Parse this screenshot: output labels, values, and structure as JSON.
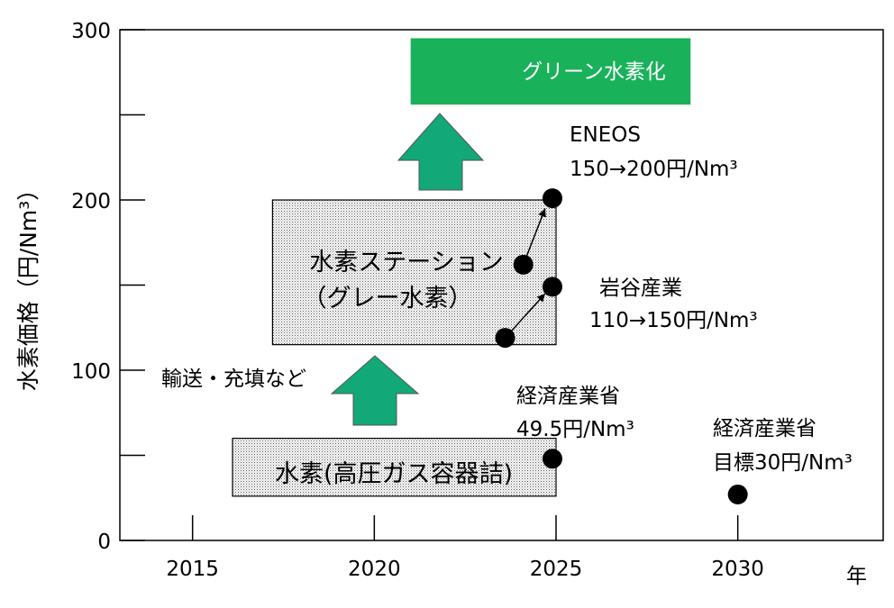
{
  "chart_data": {
    "type": "scatter",
    "ylabel": "水素価格（円/Nm³）",
    "xlabel": "年",
    "xlim": [
      2013,
      2034
    ],
    "ylim": [
      0,
      300
    ],
    "x_ticks": [
      2015,
      2020,
      2025,
      2030
    ],
    "y_ticks": [
      0,
      100,
      200,
      300
    ],
    "grid": false,
    "points": [
      {
        "x": 2024.9,
        "y": 201
      },
      {
        "x": 2024.1,
        "y": 162
      },
      {
        "x": 2024.9,
        "y": 149
      },
      {
        "x": 2023.6,
        "y": 119
      },
      {
        "x": 2024.9,
        "y": 48
      },
      {
        "x": 2030.0,
        "y": 27
      }
    ],
    "arrows": [
      {
        "from": [
          2023.6,
          119
        ],
        "to": [
          2024.7,
          145
        ]
      },
      {
        "from": [
          2024.1,
          162
        ],
        "to": [
          2024.7,
          195
        ]
      }
    ],
    "regions": [
      {
        "label": "水素(高圧ガス容器詰)",
        "x": [
          2016.1,
          2025.0
        ],
        "y": [
          26,
          60
        ],
        "fill": "dotted"
      },
      {
        "label": "水素ステーション\n（グレー水素）",
        "x": [
          2017.2,
          2025.0
        ],
        "y": [
          115,
          200
        ],
        "fill": "dotted"
      },
      {
        "label": "グリーン水素化",
        "x": [
          2021.0,
          2028.7
        ],
        "y": [
          256,
          295
        ],
        "fill": "#19b15a"
      }
    ],
    "annotations": {
      "eneos_name": "ENEOS",
      "eneos_price": "150→200円/Nm³",
      "iwatani_name": "岩谷産業",
      "iwatani_price": "110→150円/Nm³",
      "meti_name": "経済産業省",
      "meti_price": "49.5円/Nm³",
      "meti_target_name": "経済産業省",
      "meti_target_price": "目標30円/Nm³",
      "transport_label": "輸送・充填など"
    },
    "colors": {
      "green_box": "#19b15a",
      "up_arrow": "#12a877",
      "point": "#000000"
    }
  }
}
